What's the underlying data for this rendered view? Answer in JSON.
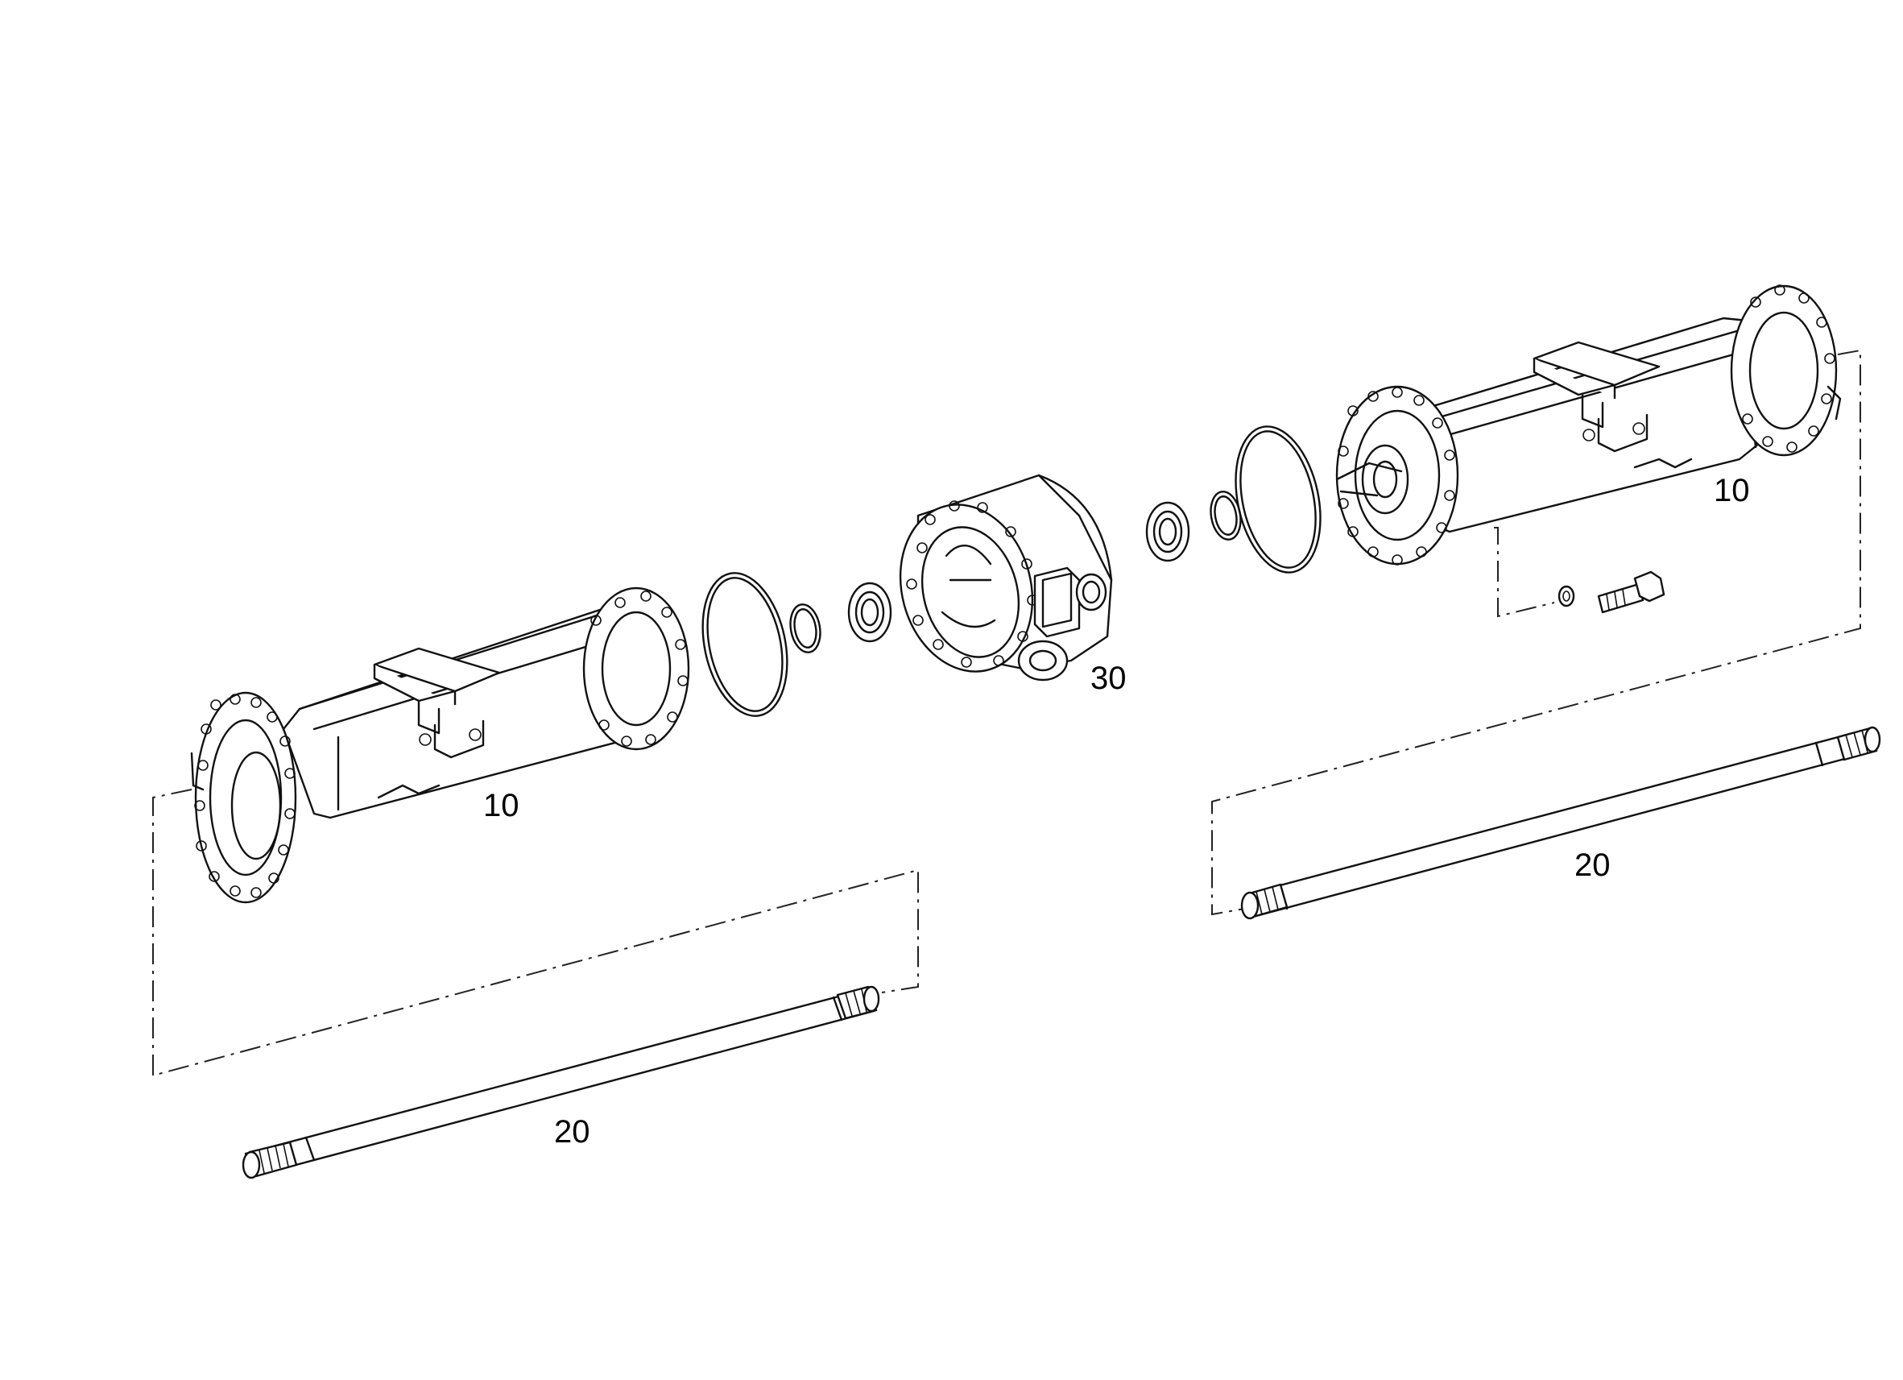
{
  "diagram": {
    "callouts": [
      {
        "id": "housing-left",
        "label": "10"
      },
      {
        "id": "housing-right",
        "label": "10"
      },
      {
        "id": "shaft-left",
        "label": "20"
      },
      {
        "id": "shaft-right",
        "label": "20"
      },
      {
        "id": "center-housing",
        "label": "30"
      }
    ]
  }
}
